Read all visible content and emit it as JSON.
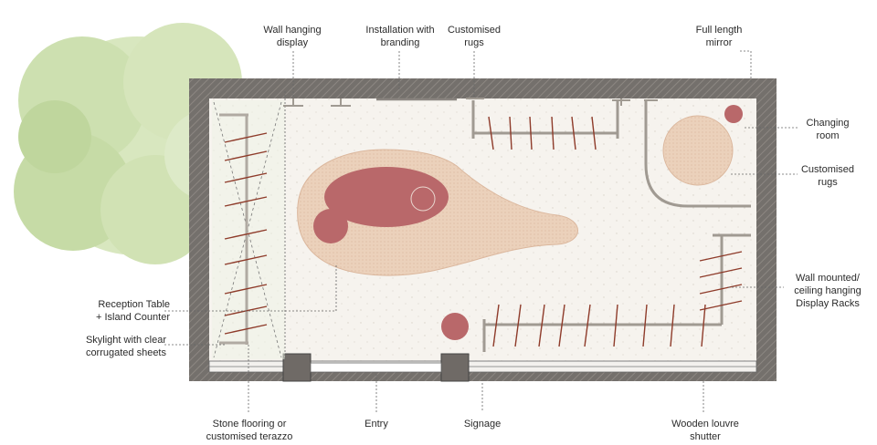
{
  "labels": {
    "wall_hanging": "Wall hanging\ndisplay",
    "installation": "Installation with\nbranding",
    "rugs_top": "Customised\nrugs",
    "mirror": "Full length\nmirror",
    "changing_room": "Changing\nroom",
    "rugs_right": "Customised\nrugs",
    "racks": "Wall mounted/\nceiling hanging\nDisplay Racks",
    "reception": "Reception Table\n+ Island Counter",
    "skylight": "Skylight with clear\ncorrugated sheets",
    "flooring": "Stone flooring or\ncustomised terazzo",
    "entry": "Entry",
    "signage": "Signage",
    "shutter": "Wooden louvre\nshutter"
  },
  "colors": {
    "wall": "#6f6a66",
    "floor": "#f6f3ee",
    "rug": "#e9cdb6",
    "table": "#b9686a",
    "rack_bar": "#a09a92",
    "hanger": "#8e3b2a",
    "tree": "#c7dca6",
    "line": "#555555"
  }
}
